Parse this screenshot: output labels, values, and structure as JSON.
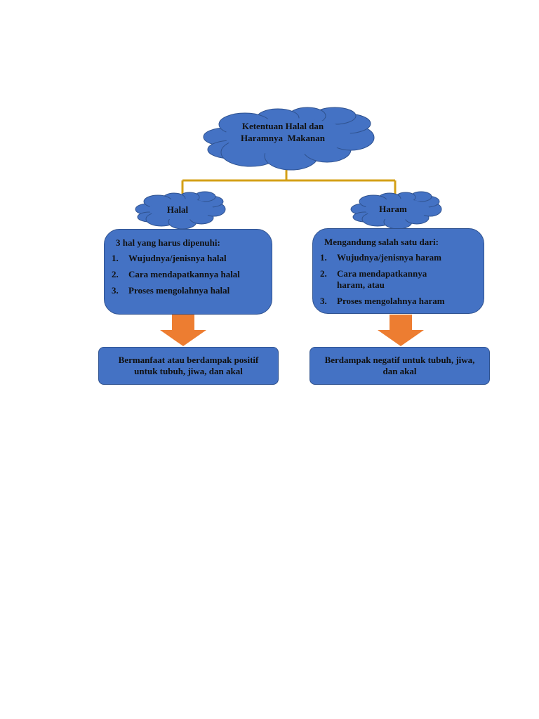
{
  "root": {
    "label": "Ketentuan Halal dan Haramnya  Makanan",
    "line1": "Ketentuan Halal dan",
    "line2": "Haramnya  Makanan"
  },
  "branches": [
    {
      "title": "Halal",
      "intro": "3 hal yang harus dipenuhi:",
      "items": [
        {
          "num": "1.",
          "text": "Wujudnya/jenisnya halal"
        },
        {
          "num": "2.",
          "text": "Cara mendapatkannya halal"
        },
        {
          "num": "3.",
          "text": "Proses mengolahnya halal"
        }
      ],
      "result": "Bermanfaat atau berdampak positif untuk tubuh, jiwa, dan akal"
    },
    {
      "title": "Haram",
      "intro": "Mengandung salah satu dari:",
      "items": [
        {
          "num": "1.",
          "text": "Wujudnya/jenisnya haram"
        },
        {
          "num": "2.",
          "text": "Cara mendapatkannya haram, atau"
        },
        {
          "num": "3.",
          "text": "Proses mengolahnya haram"
        }
      ],
      "result": "Berdampak negatif untuk tubuh, jiwa, dan akal"
    }
  ],
  "colors": {
    "box_fill": "#4472c4",
    "box_border": "#2f528f",
    "connector": "#d4a017",
    "arrow": "#ed7d31"
  }
}
